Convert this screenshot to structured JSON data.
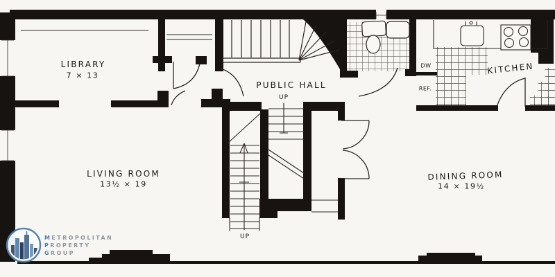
{
  "floorplan": {
    "rooms": {
      "library": {
        "name": "LIBRARY",
        "dimensions": "7 × 13"
      },
      "living_room": {
        "name": "LIVING ROOM",
        "dimensions": "13½ × 19"
      },
      "dining_room": {
        "name": "DINING ROOM",
        "dimensions": "14 × 19½"
      },
      "public_hall": {
        "name": "PUBLIC HALL"
      },
      "kitchen": {
        "name": "KITCHEN"
      }
    },
    "annotations": {
      "up_hall_stair": "UP",
      "up_living_stair": "UP",
      "dishwasher": "DW",
      "refrigerator": "REF."
    },
    "colors": {
      "paper": "#f7f6f3",
      "wall": "#171310",
      "line": "#2b2520"
    }
  },
  "logo": {
    "line1": "METROPOLITAN",
    "line2": "PROPERTY",
    "line3": "GROUP",
    "accent": "#4d7fae",
    "text_color": "#9097a0"
  }
}
